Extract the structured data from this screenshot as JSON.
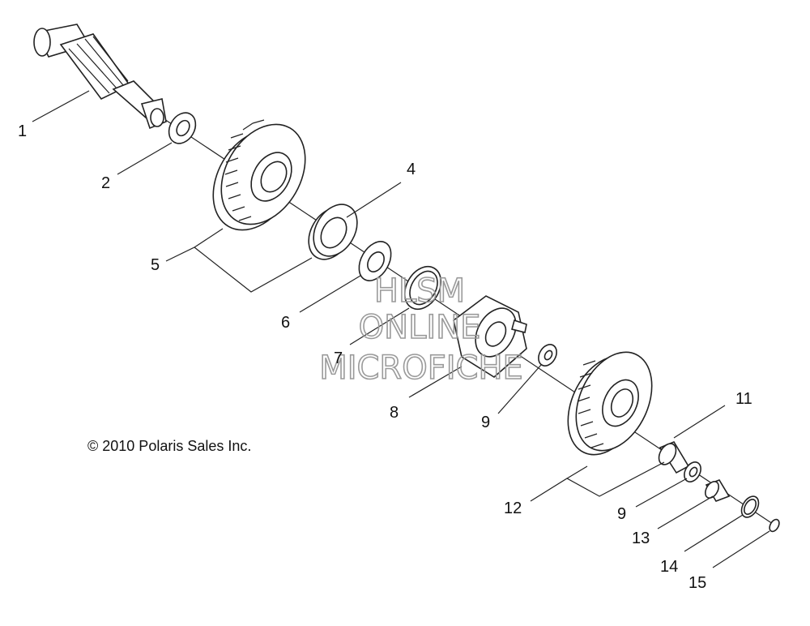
{
  "callouts": {
    "c1": "1",
    "c2": "2",
    "c4": "4",
    "c5": "5",
    "c6": "6",
    "c7": "7",
    "c8": "8",
    "c9a": "9",
    "c9b": "9",
    "c11": "11",
    "c12": "12",
    "c13": "13",
    "c14": "14",
    "c15": "15"
  },
  "watermark": {
    "line1": "HLSM",
    "line2": "ONLINE",
    "line3": "MICROFICHE"
  },
  "copyright": "© 2010 Polaris Sales Inc."
}
